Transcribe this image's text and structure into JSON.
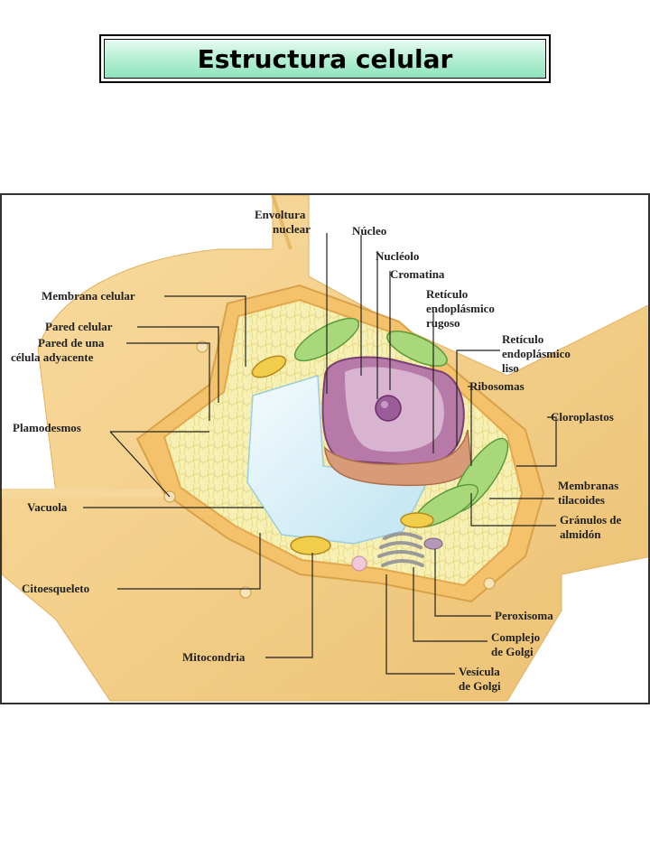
{
  "title": "Estructura celular",
  "labels": {
    "envoltura_1": "Envoltura",
    "envoltura_2": "nuclear",
    "nucleo": "Núcleo",
    "nucleolo": "Nucléolo",
    "cromatina": "Cromatina",
    "rer_1": "Retículo",
    "rer_2": "endoplásmico",
    "rer_3": "rugoso",
    "membrana_celular": "Membrana celular",
    "pared_celular": "Pared celular",
    "pared_adyacente_1": "Pared de una",
    "pared_adyacente_2": "célula adyacente",
    "rel_1": "Retículo",
    "rel_2": "endoplásmico",
    "rel_3": "liso",
    "ribosomas": "Ribosomas",
    "plamodesmos": "Plamodesmos",
    "cloroplastos": "Cloroplastos",
    "membranas_1": "Membranas",
    "membranas_2": "tilacoides",
    "vacuola": "Vacuola",
    "granulos_1": "Gránulos de",
    "granulos_2": "almidón",
    "citoesqueleto": "Citoesqueleto",
    "peroxisoma": "Peroxisoma",
    "golgi_1": "Complejo",
    "golgi_2": "de Golgi",
    "mitocondria": "Mitocondria",
    "vesicula_1": "Vesícula",
    "vesicula_2": "de Golgi"
  }
}
